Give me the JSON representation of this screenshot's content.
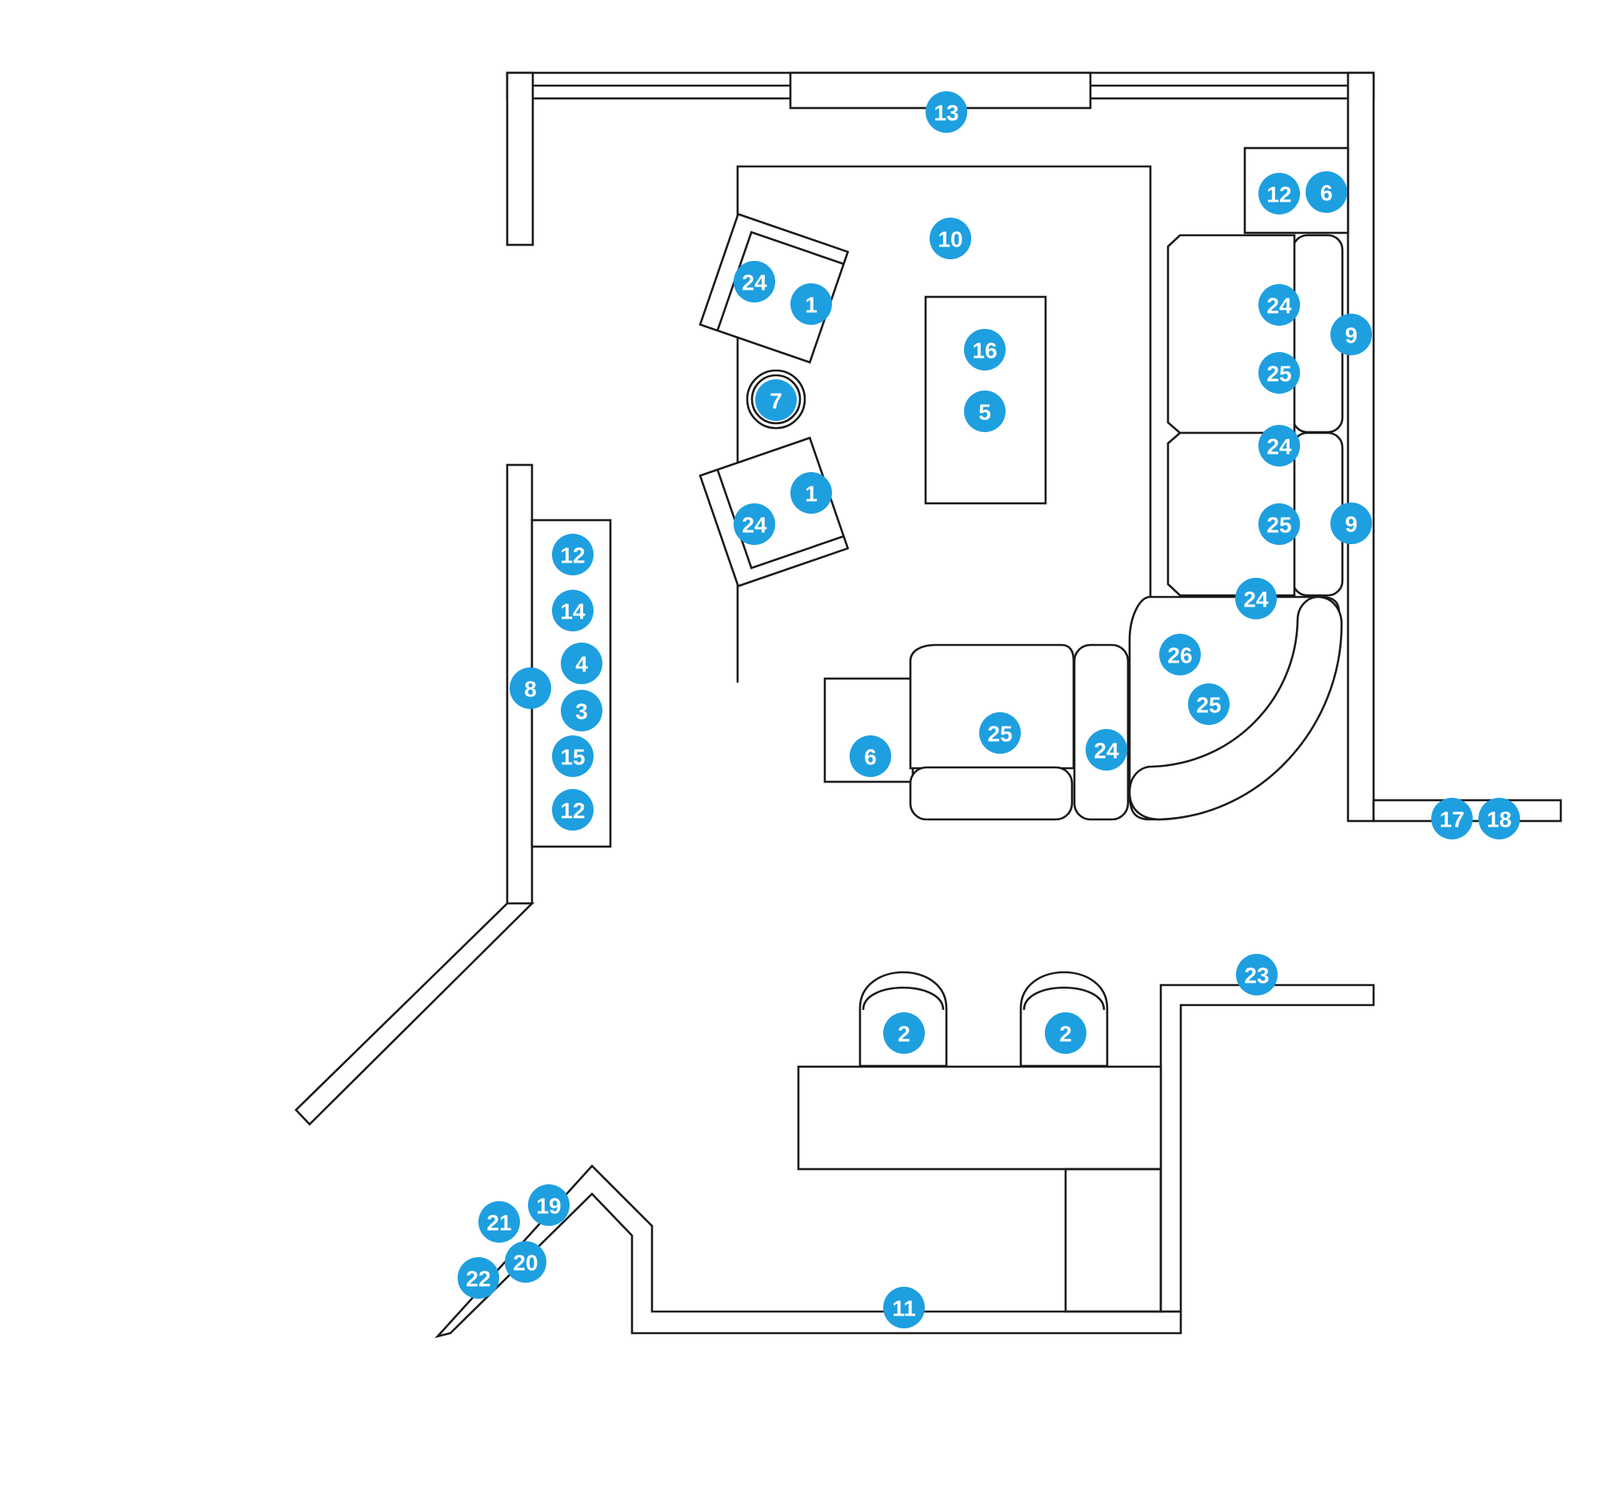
{
  "colors": {
    "marker": "#1e9fe0",
    "marker_text": "#ffffff",
    "line": "#1a1a1a",
    "background": "#ffffff"
  },
  "markers": {
    "m01": "13",
    "m02": "12",
    "m03": "6",
    "m04": "10",
    "m05": "24",
    "m06": "1",
    "m07": "16",
    "m08": "24",
    "m09": "9",
    "m10": "25",
    "m11": "7",
    "m12": "5",
    "m13": "24",
    "m14": "1",
    "m15": "25",
    "m16": "9",
    "m17": "24",
    "m18": "12",
    "m19": "14",
    "m20": "4",
    "m21": "8",
    "m22": "3",
    "m23": "15",
    "m24": "12",
    "m25": "24",
    "m26": "26",
    "m27": "25",
    "m28": "25",
    "m29": "6",
    "m30": "24",
    "m31": "17",
    "m32": "18",
    "m33": "23",
    "m34": "2",
    "m35": "2",
    "m36": "19",
    "m37": "21",
    "m38": "20",
    "m39": "22",
    "m40": "11"
  }
}
